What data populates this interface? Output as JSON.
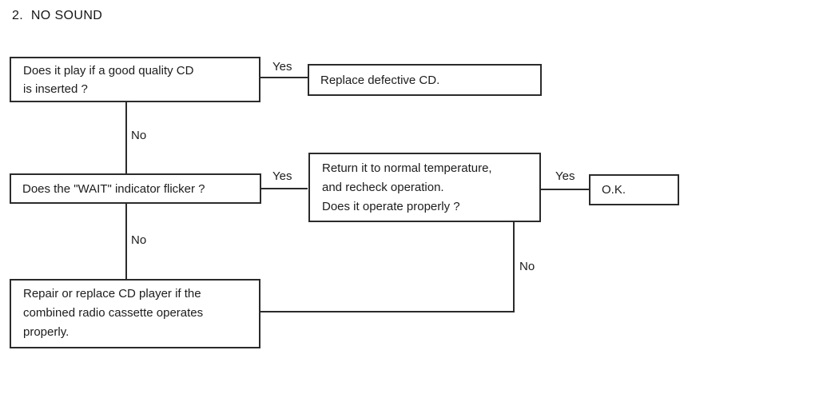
{
  "title": "2.  NO SOUND",
  "colors": {
    "line": "#2b2b2b",
    "text": "#1c1c1c",
    "background": "#ffffff"
  },
  "flowchart": {
    "nodes": {
      "q_cd_quality": {
        "text": "Does it play if a good quality CD\nis inserted ?"
      },
      "replace_cd": {
        "text": "Replace defective CD."
      },
      "q_wait_flicker": {
        "text": "Does the \"WAIT\" indicator flicker ?"
      },
      "return_temp": {
        "text": "Return it to normal temperature,\nand recheck operation.\nDoes it operate properly ?"
      },
      "ok": {
        "text": "O.K."
      },
      "repair_replace": {
        "text": "Repair or replace CD player if the\ncombined radio cassette operates\nproperly."
      }
    },
    "edge_labels": {
      "yes_1": "Yes",
      "no_1": "No",
      "yes_2": "Yes",
      "yes_3": "Yes",
      "no_2": "No",
      "no_3": "No"
    }
  }
}
